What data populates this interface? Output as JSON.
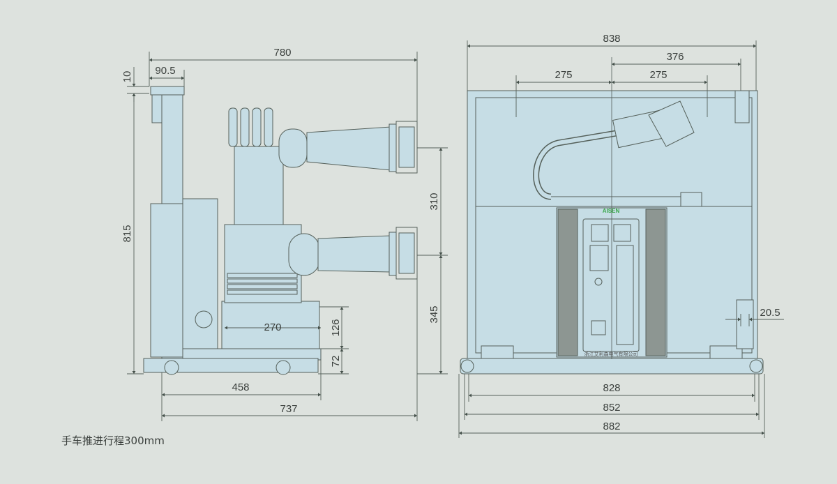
{
  "side_view": {
    "dims": {
      "overall_width": "780",
      "top_offset": "90.5",
      "top_thickness": "10",
      "overall_height": "815",
      "wheel_span": "458",
      "base_length": "737",
      "bolt_spacing": "270",
      "base_height": "126",
      "wheel_height": "72",
      "terminal_pitch": "310",
      "lower_terminal_height": "345"
    }
  },
  "front_view": {
    "dims": {
      "overall_width": "838",
      "half_right": "376",
      "left_pitch": "275",
      "right_pitch": "275",
      "side_offset": "20.5",
      "inner_width": "828",
      "frame_width": "852",
      "total_width": "882"
    },
    "logo": "AISEN",
    "maker": "浙江艾利森电气有限公司"
  },
  "note": "手车推进行程300mm",
  "colors": {
    "background": "#dde2de",
    "line": "#55605a",
    "fill": "#c6dde5"
  }
}
